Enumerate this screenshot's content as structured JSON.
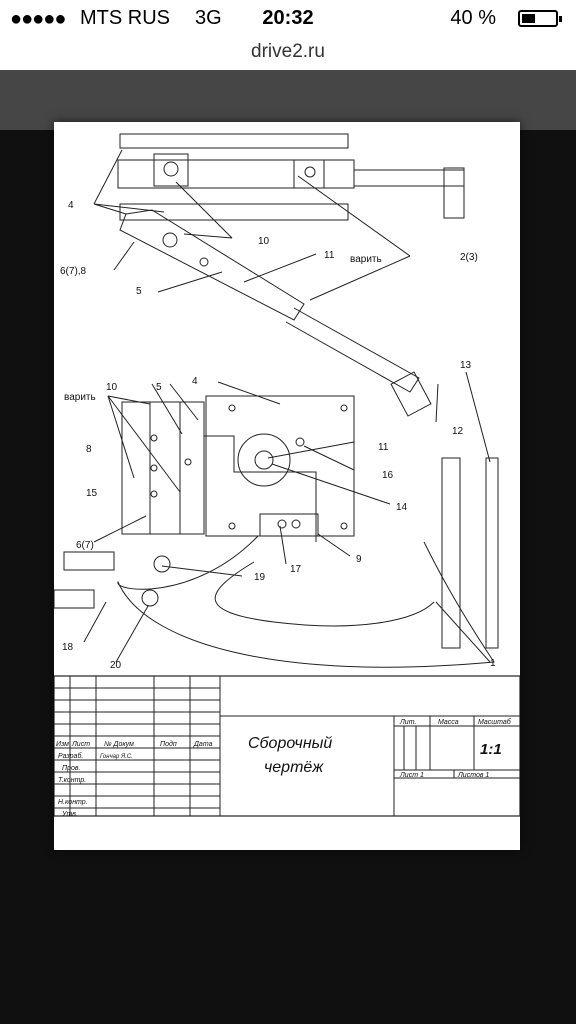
{
  "status_bar": {
    "signal": "●●●●●",
    "carrier": "MTS RUS",
    "network": "3G",
    "time": "20:32",
    "battery_percent": "40 %",
    "battery_level": 0.4
  },
  "browser": {
    "url": "drive2.ru"
  },
  "drawing": {
    "callouts": [
      "4",
      "10",
      "6(7),8",
      "5",
      "11",
      "варить",
      "2(3)",
      "13",
      "12",
      "варить",
      "10",
      "5",
      "4",
      "8",
      "15",
      "11",
      "16",
      "14",
      "6(7)",
      "9",
      "17",
      "19",
      "18",
      "20",
      "1"
    ],
    "title_block": {
      "title_line1": "Сборочный",
      "title_line2": "чертёж",
      "header_izm": "Изм",
      "header_list": "Лист",
      "header_doc": "№ Докум",
      "header_podp": "Подп",
      "header_data": "Дата",
      "row_razrab": "Разраб.",
      "razrab_name": "Гончар Я.С.",
      "row_prov": "Пров.",
      "row_tkontr": "Т.контр.",
      "row_nkontr": "Н.контр.",
      "row_utv": "Утв.",
      "lit": "Лит.",
      "massa": "Масса",
      "masshtab": "Масштаб",
      "scale": "1:1",
      "sheet": "Лист  1",
      "sheets": "Листов  1"
    }
  }
}
